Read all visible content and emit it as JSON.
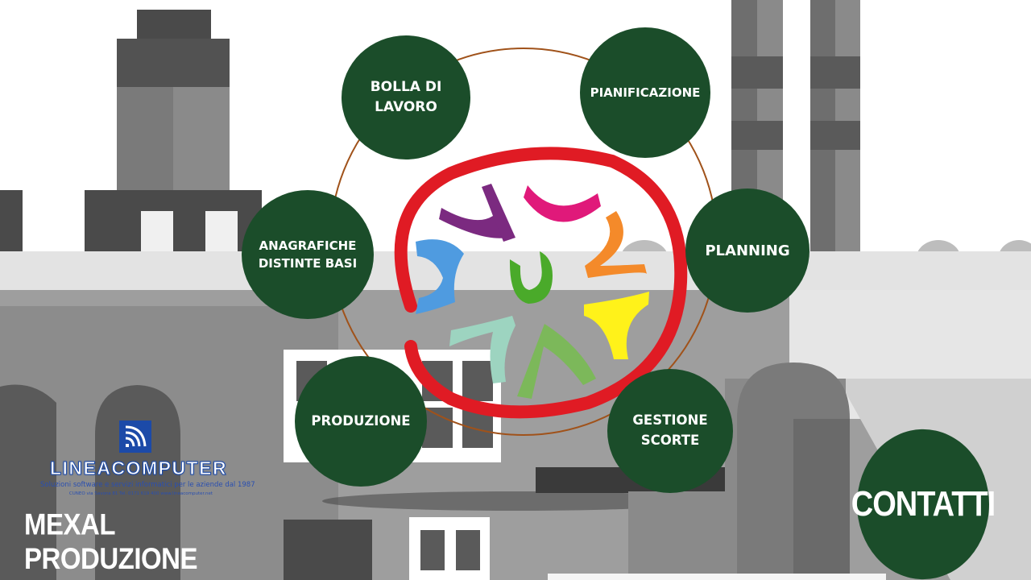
{
  "nodes": {
    "bolla": "BOLLA DI\nLAVORO",
    "pianificazione": "PIANIFICAZIONE",
    "anagrafiche": "ANAGRAFICHE\nDISTINTE BASI",
    "planning": "PLANNING",
    "produzione": "PRODUZIONE",
    "gestione": "GESTIONE\nSCORTE",
    "contatti": "CONTATTI"
  },
  "brand": {
    "name": "LINEACOMPUTER",
    "tagline": "Soluzioni software e servizi informatici per le aziende dal 1987",
    "address": "CUNEO via Savona 81 Tel. 0171 619 400 www.lineacomputer.net"
  },
  "title": "MEXAL PRODUZIONE",
  "colors": {
    "node_fill": "#1b4d2a",
    "ring": "#a0521a",
    "logo_red": "#e01b24",
    "petals": [
      "#7b2a80",
      "#e0197a",
      "#f48a2a",
      "#fff21a",
      "#7cb85a",
      "#9dd4c0",
      "#4f9be0",
      "#4aaa2a"
    ]
  },
  "icons": {
    "brand": "signal-waves-icon",
    "logo": "colorful-hands-circle-logo"
  }
}
